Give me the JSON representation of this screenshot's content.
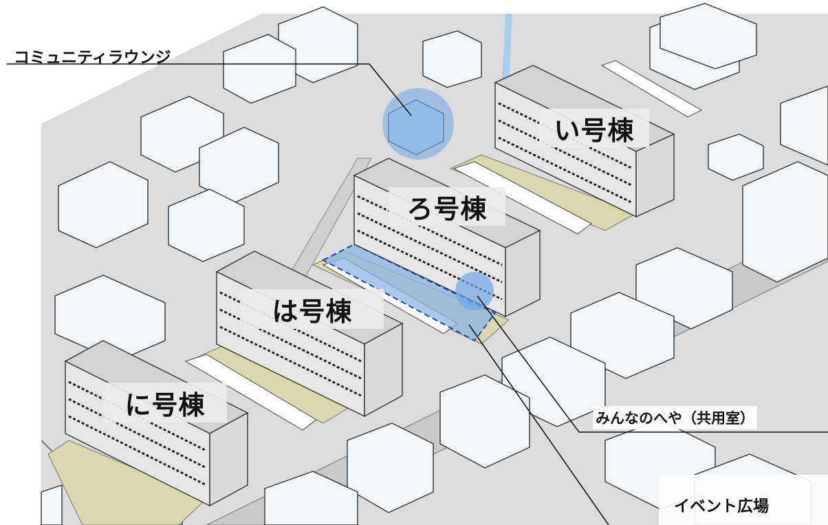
{
  "buildings": [
    {
      "id": "i",
      "label": "い号棟"
    },
    {
      "id": "ro",
      "label": "ろ号棟"
    },
    {
      "id": "ha",
      "label": "は号棟"
    },
    {
      "id": "ni",
      "label": "に号棟"
    }
  ],
  "callouts": {
    "community_lounge": "コミュニティラウンジ",
    "common_room": "みんなのへや（共用室）",
    "event_plaza": "イベント広場"
  },
  "colors": {
    "ground": "#dcdcdc",
    "road": "#c9c9c9",
    "block_face": "#f1f6fa",
    "highlight_fill": "#8ab8e6",
    "highlight_stroke": "#1f3fb8",
    "lawn": "#d9d7ad",
    "building_roof": "#d2d2d2",
    "building_wall": "#e6e6e6",
    "water": "#a9cde8"
  }
}
